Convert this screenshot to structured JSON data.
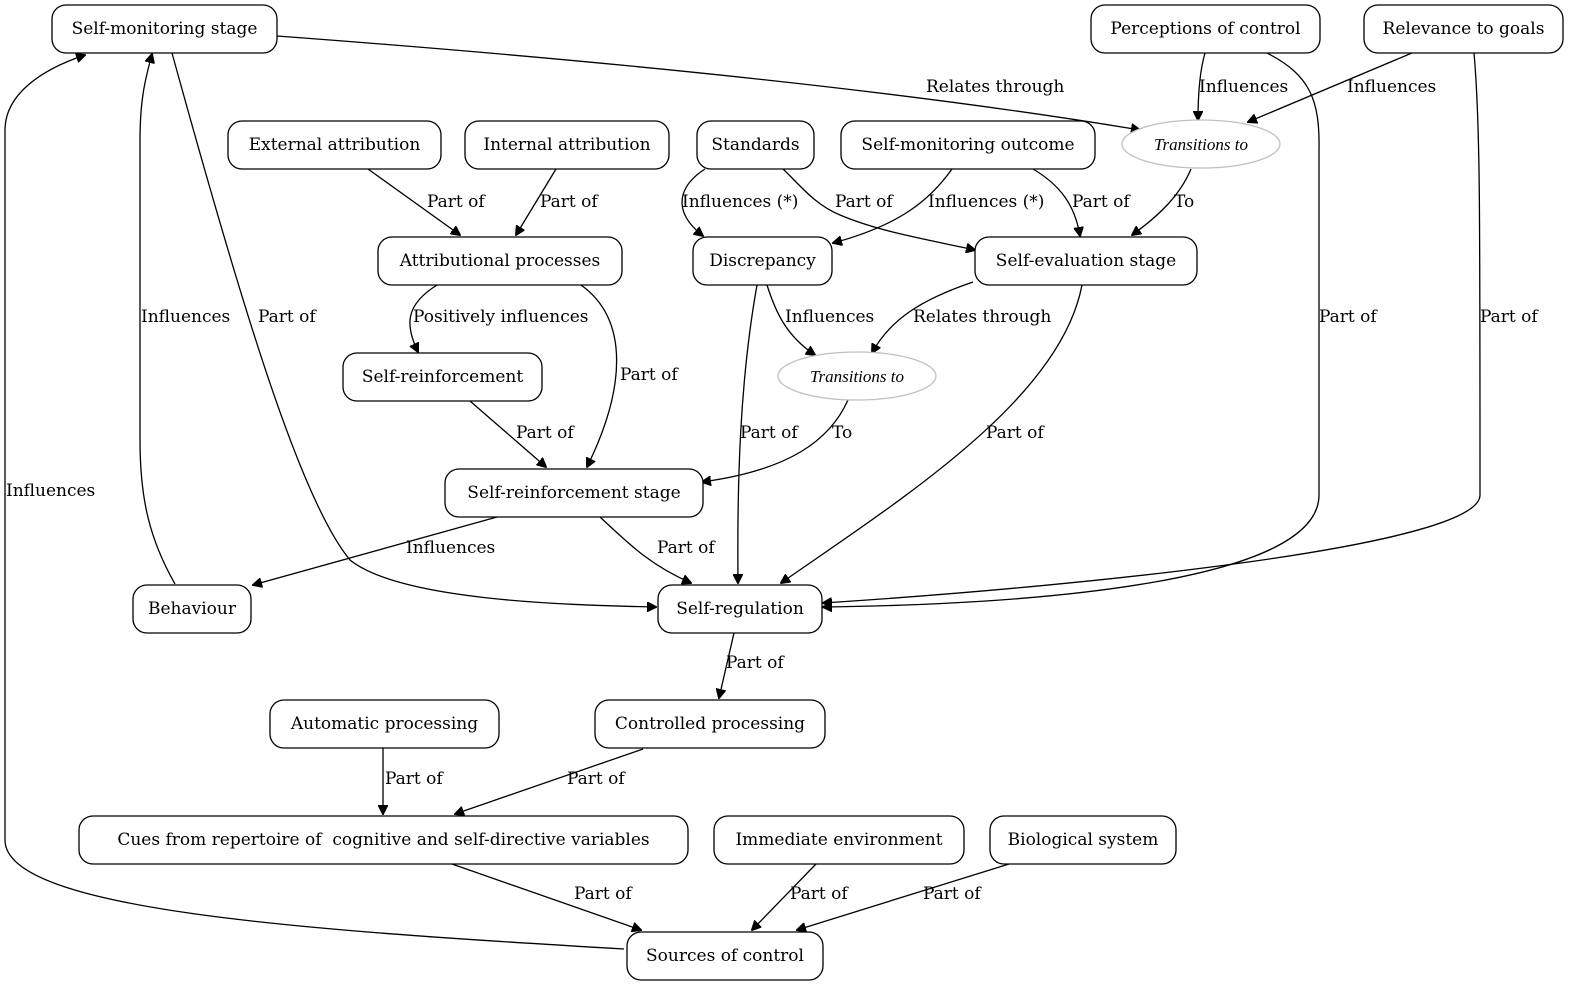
{
  "diagram": {
    "type": "concept-graph",
    "nodes": {
      "self_monitoring_stage": "Self-monitoring stage",
      "perceptions_of_control": "Perceptions of control",
      "relevance_to_goals": "Relevance to goals",
      "external_attribution": "External attribution",
      "internal_attribution": "Internal attribution",
      "standards": "Standards",
      "self_monitoring_outcome": "Self-monitoring outcome",
      "transitions_to_1": "Transitions to",
      "attributional_processes": "Attributional processes",
      "discrepancy": "Discrepancy",
      "self_evaluation_stage": "Self-evaluation stage",
      "self_reinforcement": "Self-reinforcement",
      "transitions_to_2": "Transitions to",
      "self_reinforcement_stage": "Self-reinforcement stage",
      "behaviour": "Behaviour",
      "self_regulation": "Self-regulation",
      "automatic_processing": "Automatic processing",
      "controlled_processing": "Controlled processing",
      "cues_from_repertoire": "Cues from repertoire of  cognitive and self-directive variables",
      "immediate_environment": "Immediate environment",
      "biological_system": "Biological system",
      "sources_of_control": "Sources of control"
    },
    "edges": [
      {
        "from": "Self-monitoring stage",
        "to": "Transitions to (1)",
        "label": "Relates through"
      },
      {
        "from": "Perceptions of control",
        "to": "Transitions to (1)",
        "label": "Influences"
      },
      {
        "from": "Relevance to goals",
        "to": "Transitions to (1)",
        "label": "Influences"
      },
      {
        "from": "Transitions to (1)",
        "to": "Self-evaluation stage",
        "label": "To"
      },
      {
        "from": "External attribution",
        "to": "Attributional processes",
        "label": "Part of"
      },
      {
        "from": "Internal attribution",
        "to": "Attributional processes",
        "label": "Part of"
      },
      {
        "from": "Standards",
        "to": "Discrepancy",
        "label": "Influences (*)"
      },
      {
        "from": "Standards",
        "to": "Self-evaluation stage",
        "label": "Part of"
      },
      {
        "from": "Self-monitoring outcome",
        "to": "Discrepancy",
        "label": "Influences (*)"
      },
      {
        "from": "Self-monitoring outcome",
        "to": "Self-evaluation stage",
        "label": "Part of"
      },
      {
        "from": "Attributional processes",
        "to": "Self-reinforcement",
        "label": "Positively influences"
      },
      {
        "from": "Attributional processes",
        "to": "Self-reinforcement stage",
        "label": "Part of"
      },
      {
        "from": "Discrepancy",
        "to": "Transitions to (2)",
        "label": "Influences"
      },
      {
        "from": "Self-evaluation stage",
        "to": "Transitions to (2)",
        "label": "Relates through"
      },
      {
        "from": "Transitions to (2)",
        "to": "Self-reinforcement stage",
        "label": "To"
      },
      {
        "from": "Self-reinforcement",
        "to": "Self-reinforcement stage",
        "label": "Part of"
      },
      {
        "from": "Discrepancy",
        "to": "Self-regulation",
        "label": "Part of"
      },
      {
        "from": "Self-evaluation stage",
        "to": "Self-regulation",
        "label": "Part of"
      },
      {
        "from": "Self-monitoring stage",
        "to": "Self-regulation",
        "label": "Part of"
      },
      {
        "from": "Perceptions of control",
        "to": "Self-regulation",
        "label": "Part of"
      },
      {
        "from": "Relevance to goals",
        "to": "Self-regulation",
        "label": "Part of"
      },
      {
        "from": "Self-reinforcement stage",
        "to": "Behaviour",
        "label": "Influences"
      },
      {
        "from": "Self-reinforcement stage",
        "to": "Self-regulation",
        "label": "Part of"
      },
      {
        "from": "Behaviour",
        "to": "Self-monitoring stage",
        "label": "Influences"
      },
      {
        "from": "Self-regulation",
        "to": "Controlled processing",
        "label": "Part of"
      },
      {
        "from": "Automatic processing",
        "to": "Cues from repertoire",
        "label": "Part of"
      },
      {
        "from": "Controlled processing",
        "to": "Cues from repertoire",
        "label": "Part of"
      },
      {
        "from": "Cues from repertoire",
        "to": "Sources of control",
        "label": "Part of"
      },
      {
        "from": "Immediate environment",
        "to": "Sources of control",
        "label": "Part of"
      },
      {
        "from": "Biological system",
        "to": "Sources of control",
        "label": "Part of"
      },
      {
        "from": "Sources of control",
        "to": "Self-monitoring stage",
        "label": "Influences"
      }
    ],
    "edge_labels": {
      "relates_through": "Relates through",
      "influences": "Influences",
      "influences_star": "Influences (*)",
      "part_of": "Part of",
      "to": "To",
      "positively_influences": "Positively influences"
    }
  }
}
